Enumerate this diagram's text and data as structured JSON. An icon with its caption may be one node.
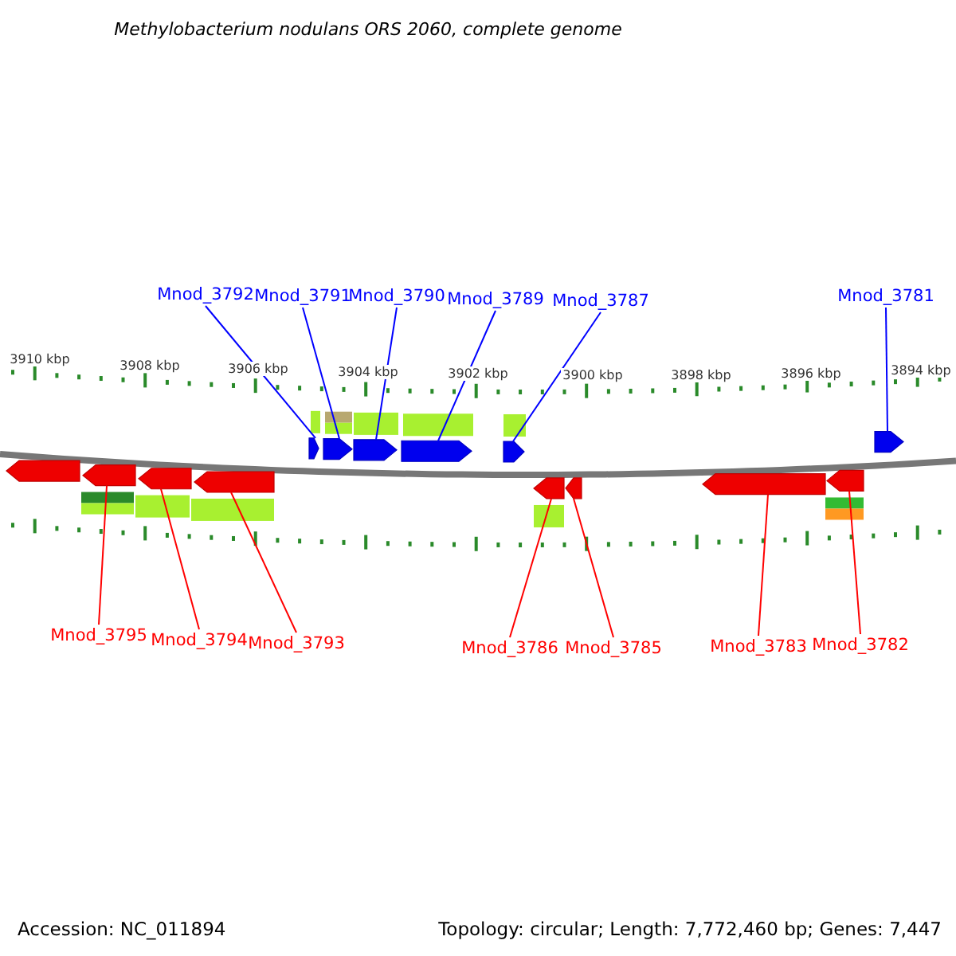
{
  "diagram": {
    "title": "Methylobacterium nodulans ORS 2060, complete genome",
    "nodes": [
      {
        "text": [
          "Mnod_3792"
        ]
      },
      {
        "text": [
          "Mnod_3791"
        ]
      },
      {
        "text": [
          "Mnod_3790"
        ]
      },
      {
        "text": [
          "Mnod_3789"
        ]
      },
      {
        "text": [
          "Mnod_3787"
        ]
      },
      {
        "text": [
          "Mnod_3781"
        ]
      },
      {
        "text": [
          "Mnod_3795"
        ]
      },
      {
        "text": [
          "Mnod_3794"
        ]
      },
      {
        "text": [
          "Mnod_3793"
        ]
      },
      {
        "text": [
          "Mnod_3786"
        ]
      },
      {
        "text": [
          "Mnod_3785"
        ]
      },
      {
        "text": [
          "Mnod_3783"
        ]
      },
      {
        "text": [
          "Mnod_3782"
        ]
      },
      {
        "text": [],
        "shape": "arrow"
      },
      {
        "text": [],
        "shape": "arrow"
      },
      {
        "text": [],
        "shape": "arrow"
      },
      {
        "text": [],
        "shape": "arrow"
      },
      {
        "text": [],
        "shape": "arrow"
      },
      {
        "text": [],
        "shape": "arrow"
      },
      {
        "text": [],
        "shape": "arrow"
      },
      {
        "text": [],
        "shape": "arrow"
      },
      {
        "text": [],
        "shape": "arrow"
      },
      {
        "text": [],
        "shape": "arrow"
      },
      {
        "text": [],
        "shape": "arrow"
      },
      {
        "text": [],
        "shape": "arrow"
      },
      {
        "text": [],
        "shape": "arrow"
      },
      {
        "text": [],
        "shape": "arrow"
      }
    ],
    "edges": [
      {
        "from": 0,
        "to": 13,
        "arrow": "none",
        "color": "#0000ff"
      },
      {
        "from": 1,
        "to": 14,
        "arrow": "none",
        "color": "#0000ff"
      },
      {
        "from": 2,
        "to": 15,
        "arrow": "none",
        "color": "#0000ff"
      },
      {
        "from": 3,
        "to": 16,
        "arrow": "none",
        "color": "#0000ff"
      },
      {
        "from": 4,
        "to": 17,
        "arrow": "none",
        "color": "#0000ff"
      },
      {
        "from": 5,
        "to": 18,
        "arrow": "none",
        "color": "#0000ff"
      },
      {
        "from": 6,
        "to": 20,
        "arrow": "none"
      },
      {
        "from": 7,
        "to": 21,
        "arrow": "none"
      },
      {
        "from": 8,
        "to": 22,
        "arrow": "none"
      },
      {
        "from": 9,
        "to": 23,
        "arrow": "none"
      },
      {
        "from": 10,
        "to": 24,
        "arrow": "none"
      },
      {
        "from": 11,
        "to": 25,
        "arrow": "none"
      },
      {
        "from": 12,
        "to": 26,
        "arrow": "none"
      }
    ],
    "labels": [
      "3910 kbp",
      "3908 kbp",
      "3906 kbp",
      "3904 kbp",
      "3902 kbp",
      "3900 kbp",
      "3898 kbp",
      "3896 kbp",
      "3894 kbp",
      "Accession: NC_011894",
      "Topology: circular; Length: 7,772,460 bp; Genes: 7,447"
    ]
  }
}
